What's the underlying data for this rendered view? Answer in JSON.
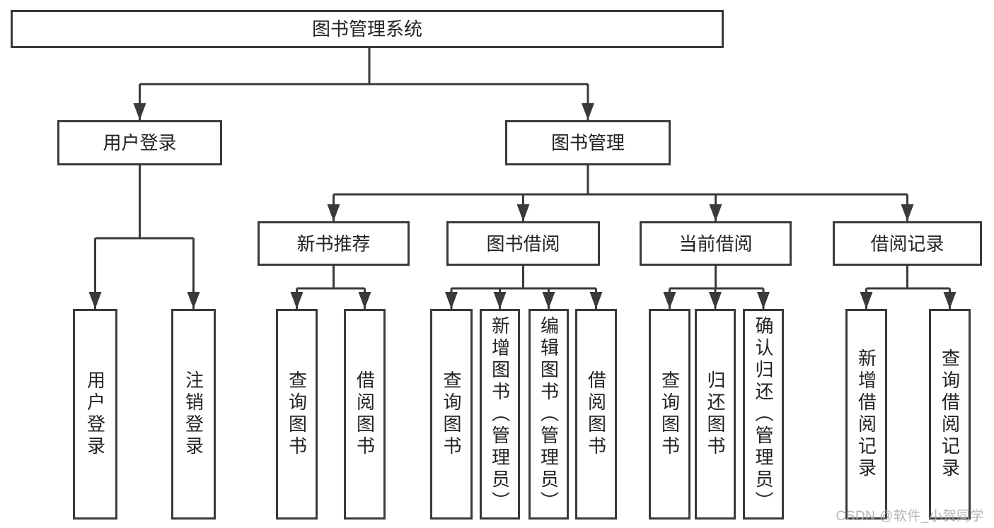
{
  "colors": {
    "line": "#3a3a3a",
    "box_border": "#3a3a3a",
    "text": "#232323",
    "background": "#ffffff",
    "watermark": "#acacac"
  },
  "diagram": {
    "root": {
      "label": "图书管理系统"
    },
    "level2": [
      {
        "label": "用户登录"
      },
      {
        "label": "图书管理"
      }
    ],
    "level3": [
      {
        "label": "新书推荐",
        "parent": "图书管理"
      },
      {
        "label": "图书借阅",
        "parent": "图书管理"
      },
      {
        "label": "当前借阅",
        "parent": "图书管理"
      },
      {
        "label": "借阅记录",
        "parent": "图书管理"
      }
    ],
    "leaves": [
      {
        "label": "用户登录",
        "parent": "用户登录"
      },
      {
        "label": "注销登录",
        "parent": "用户登录"
      },
      {
        "label": "查询图书",
        "parent": "新书推荐"
      },
      {
        "label": "借阅图书",
        "parent": "新书推荐"
      },
      {
        "label": "查询图书",
        "parent": "图书借阅"
      },
      {
        "label": "新增图书（管理员）",
        "parent": "图书借阅"
      },
      {
        "label": "编辑图书（管理员）",
        "parent": "图书借阅"
      },
      {
        "label": "借阅图书",
        "parent": "图书借阅"
      },
      {
        "label": "查询图书",
        "parent": "当前借阅"
      },
      {
        "label": "归还图书",
        "parent": "当前借阅"
      },
      {
        "label": "确认归还（管理员）",
        "parent": "当前借阅"
      },
      {
        "label": "新增借阅记录",
        "parent": "借阅记录"
      },
      {
        "label": "查询借阅记录",
        "parent": "借阅记录"
      }
    ]
  },
  "watermark": {
    "text": "CSDN @软件_小贺同学"
  }
}
